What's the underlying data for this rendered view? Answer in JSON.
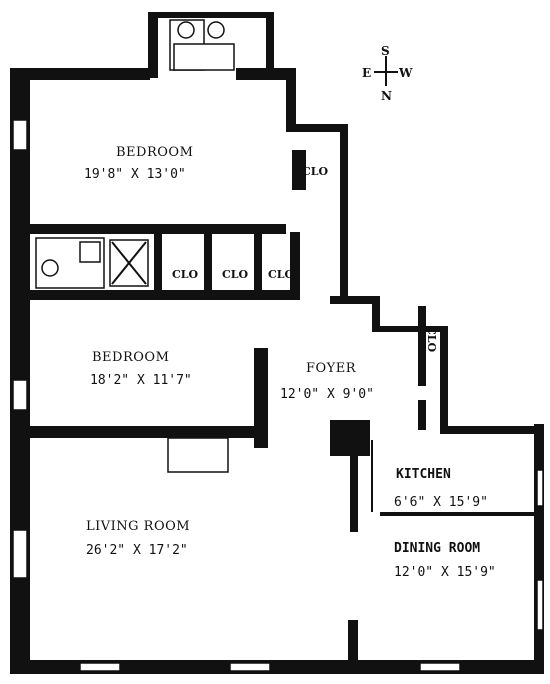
{
  "rooms": {
    "bedroom1": {
      "name": "BEDROOM",
      "dims": "19'8\" X 13'0\""
    },
    "bedroom2": {
      "name": "BEDROOM",
      "dims": "18'2\" X 11'7\""
    },
    "foyer": {
      "name": "FOYER",
      "dims": "12'0\" X 9'0\""
    },
    "kitchen": {
      "name": "KITCHEN",
      "dims": "6'6\" X 15'9\""
    },
    "living": {
      "name": "LIVING ROOM",
      "dims": "26'2\" X 17'2\""
    },
    "dining": {
      "name": "DINING ROOM",
      "dims": "12'0\" X 15'9\""
    }
  },
  "closets": {
    "c1": "CLO",
    "c2": "CLO",
    "c3": "CLO",
    "c4": "CLO",
    "c5": "CLO"
  },
  "compass": {
    "north": "N",
    "south": "S",
    "east": "E",
    "west": "W"
  }
}
